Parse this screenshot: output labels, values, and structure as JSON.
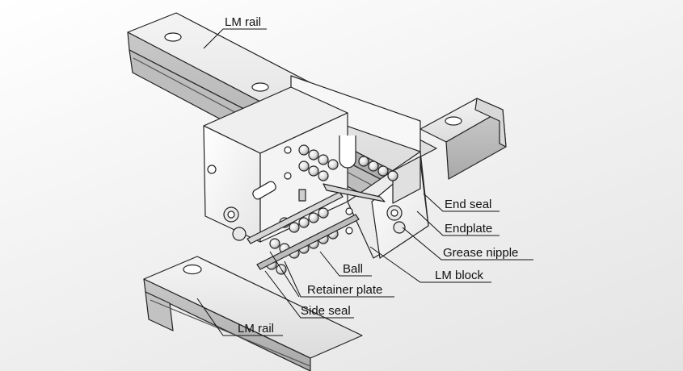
{
  "diagram": {
    "labels": {
      "lm_rail_top": "LM rail",
      "end_seal": "End seal",
      "endplate": "Endplate",
      "grease_nipple": "Grease nipple",
      "lm_block": "LM block",
      "ball": "Ball",
      "retainer_plate": "Retainer plate",
      "side_seal": "Side seal",
      "lm_rail_bottom": "LM rail"
    }
  }
}
